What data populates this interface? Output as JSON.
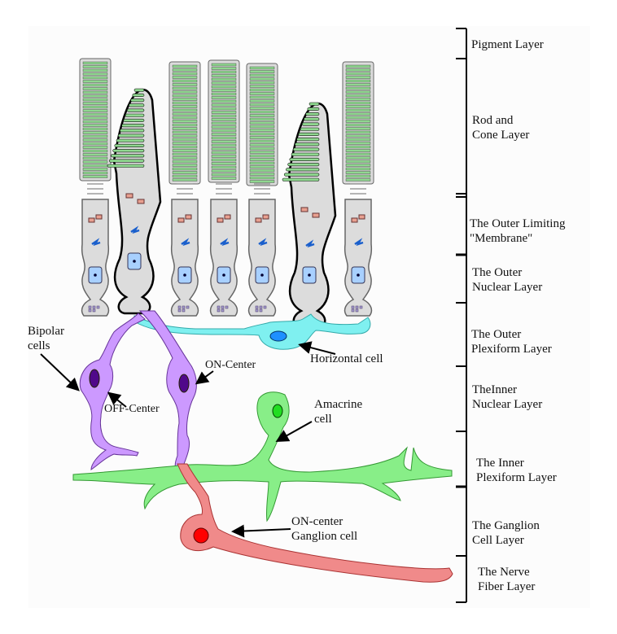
{
  "layers": [
    {
      "label": "Pigment Layer"
    },
    {
      "label": "Rod and\nCone Layer"
    },
    {
      "label": "The Outer Limiting\n\"Membrane\""
    },
    {
      "label": "The Outer\nNuclear Layer"
    },
    {
      "label": "The Outer\nPlexiform Layer"
    },
    {
      "label": "TheInner\nNuclear Layer"
    },
    {
      "label": "The Inner\nPlexiform Layer"
    },
    {
      "label": "The Ganglion\nCell Layer"
    },
    {
      "label": "The Nerve\nFiber Layer"
    }
  ],
  "cells": {
    "bipolar": "Bipolar\ncells",
    "off_center": "OFF-Center",
    "on_center": "ON-Center",
    "horizontal": "Horizontal cell",
    "amacrine": "Amacrine\ncell",
    "ganglion": "ON-center\nGanglion cell"
  },
  "colors": {
    "rod_outer": "#8fd88f",
    "cell_body": "#dcdcdc",
    "nucleus": "#a8d0ff",
    "horizontal": "#7ff0f0",
    "bipolar": "#cc99ff",
    "amacrine": "#88ee88",
    "ganglion": "#f08a8a"
  }
}
